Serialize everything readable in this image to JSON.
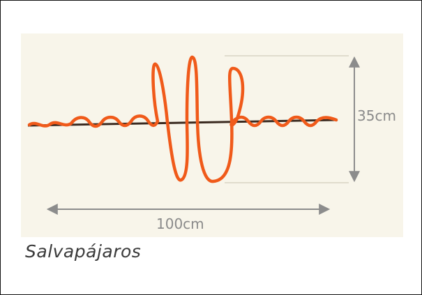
{
  "diagram": {
    "height_label": "35cm",
    "width_label": "100cm",
    "caption": "Salvapájaros",
    "colors": {
      "wire": "#f05a1a",
      "rod": "#3a2a20",
      "dimension": "#8c8c8c",
      "panel": "#f8f5ea"
    }
  }
}
